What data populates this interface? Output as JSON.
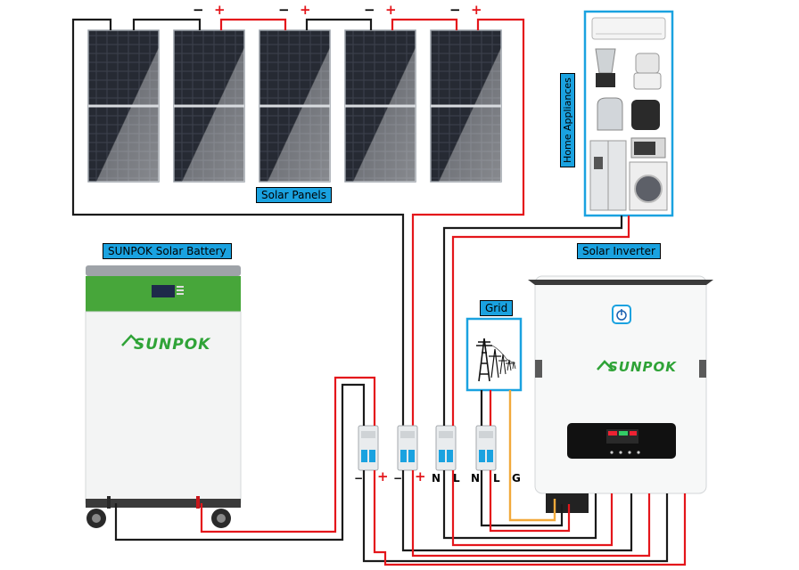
{
  "labels": {
    "solar_panels": "Solar Panels",
    "battery": "SUNPOK Solar Battery",
    "inverter": "Solar Inverter",
    "grid": "Grid",
    "appliances": "Home Appliances"
  },
  "brand": "SUNPOK",
  "panel_signs": [
    "−",
    "+",
    "−",
    "+",
    "−",
    "+",
    "−",
    "+"
  ],
  "terminals": [
    "−",
    "+",
    "−",
    "+",
    "N",
    "L",
    "N",
    "L",
    "G"
  ],
  "colors": {
    "label_bg": "#1aa2e0",
    "brand_green": "#2fa337",
    "wire_red": "#e4161b",
    "wire_black": "#1a1a1a",
    "wire_orange": "#f2a93b"
  }
}
